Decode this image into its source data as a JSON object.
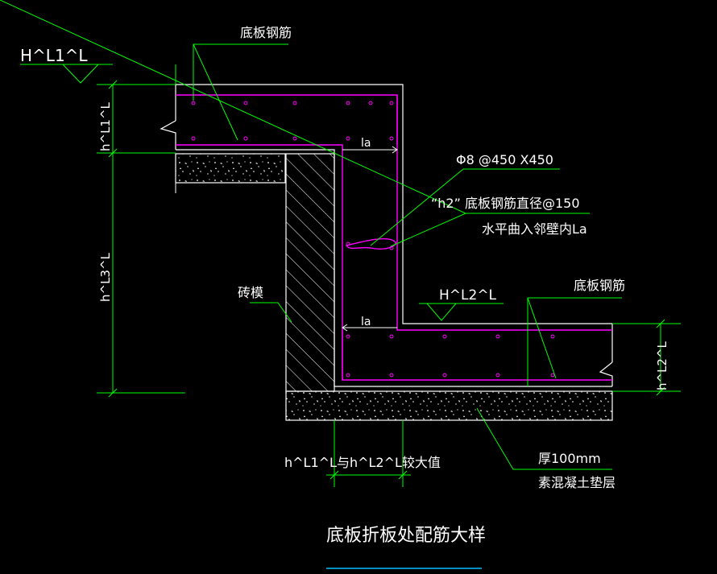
{
  "drawing": {
    "title": "底板折板处配筋大样",
    "labels": {
      "top_rebar": "底板钢筋",
      "level_top": "H^L1^L",
      "level_bottom": "H^L2^L",
      "dim_h1": "h^L1^L",
      "dim_h3": "h^L3^L",
      "dim_h2": "h^L2^L",
      "bar_spec": "Φ8 @450 X450",
      "h2_note": "“h2” 底板钢筋直径@150",
      "h2_note_2": "水平曲入邻壁内La",
      "brick_form": "砖模",
      "bottom_rebar": "底板钢筋",
      "la_top": "la",
      "la_bottom": "la",
      "max_value_note": "h^L1^L与h^L2^L较大值",
      "thickness": "厚100mm",
      "cushion": "素混凝土垫层"
    },
    "colors": {
      "background": "#000000",
      "concrete_outline": "#ffffff",
      "rebar": "#ff00ff",
      "leader": "#00ff00",
      "title_underline": "#00bfff"
    }
  }
}
